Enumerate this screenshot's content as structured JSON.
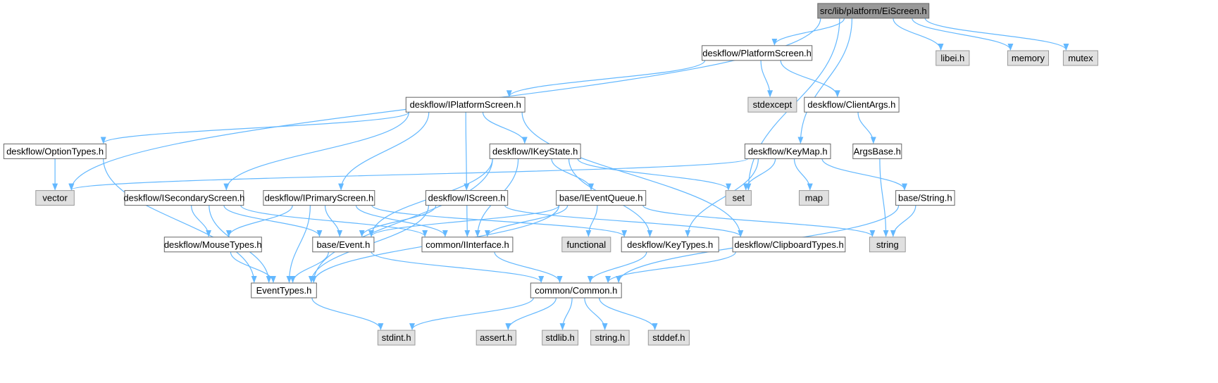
{
  "colors": {
    "edge": "#63b8ff",
    "root_fill": "#999999",
    "root_stroke": "#666666",
    "file_fill": "#ffffff",
    "file_stroke": "#666666",
    "system_fill": "#e0e0e0",
    "system_stroke": "#999999",
    "text": "#000000"
  },
  "nodes": [
    {
      "id": "eiscreen",
      "label": "src/lib/platform/EiScreen.h",
      "kind": "root"
    },
    {
      "id": "platformscreen",
      "label": "deskflow/PlatformScreen.h",
      "kind": "file"
    },
    {
      "id": "libei",
      "label": "libei.h",
      "kind": "system"
    },
    {
      "id": "memory",
      "label": "memory",
      "kind": "system"
    },
    {
      "id": "mutex",
      "label": "mutex",
      "kind": "system"
    },
    {
      "id": "iplatformscreen",
      "label": "deskflow/IPlatformScreen.h",
      "kind": "file"
    },
    {
      "id": "stdexcept",
      "label": "stdexcept",
      "kind": "system"
    },
    {
      "id": "clientargs",
      "label": "deskflow/ClientArgs.h",
      "kind": "file"
    },
    {
      "id": "optiontypes",
      "label": "deskflow/OptionTypes.h",
      "kind": "file"
    },
    {
      "id": "ikeystate",
      "label": "deskflow/IKeyState.h",
      "kind": "file"
    },
    {
      "id": "keymap",
      "label": "deskflow/KeyMap.h",
      "kind": "file"
    },
    {
      "id": "argsbase",
      "label": "ArgsBase.h",
      "kind": "file"
    },
    {
      "id": "vector",
      "label": "vector",
      "kind": "system"
    },
    {
      "id": "isecondaryscreen",
      "label": "deskflow/ISecondaryScreen.h",
      "kind": "file"
    },
    {
      "id": "iprimaryscreen",
      "label": "deskflow/IPrimaryScreen.h",
      "kind": "file"
    },
    {
      "id": "iscreen",
      "label": "deskflow/IScreen.h",
      "kind": "file"
    },
    {
      "id": "ieventqueue",
      "label": "base/IEventQueue.h",
      "kind": "file"
    },
    {
      "id": "set",
      "label": "set",
      "kind": "system"
    },
    {
      "id": "map",
      "label": "map",
      "kind": "system"
    },
    {
      "id": "string_h",
      "label": "base/String.h",
      "kind": "file"
    },
    {
      "id": "mousetypes",
      "label": "deskflow/MouseTypes.h",
      "kind": "file"
    },
    {
      "id": "event",
      "label": "base/Event.h",
      "kind": "file"
    },
    {
      "id": "iinterface",
      "label": "common/IInterface.h",
      "kind": "file"
    },
    {
      "id": "functional",
      "label": "functional",
      "kind": "system"
    },
    {
      "id": "keytypes",
      "label": "deskflow/KeyTypes.h",
      "kind": "file"
    },
    {
      "id": "clipboardtypes",
      "label": "deskflow/ClipboardTypes.h",
      "kind": "file"
    },
    {
      "id": "string",
      "label": "string",
      "kind": "system"
    },
    {
      "id": "eventtypes",
      "label": "EventTypes.h",
      "kind": "file"
    },
    {
      "id": "common",
      "label": "common/Common.h",
      "kind": "file"
    },
    {
      "id": "stdint",
      "label": "stdint.h",
      "kind": "system"
    },
    {
      "id": "assert",
      "label": "assert.h",
      "kind": "system"
    },
    {
      "id": "stdlib",
      "label": "stdlib.h",
      "kind": "system"
    },
    {
      "id": "stringh",
      "label": "string.h",
      "kind": "system"
    },
    {
      "id": "stddef",
      "label": "stddef.h",
      "kind": "system"
    }
  ],
  "edges": [
    [
      "eiscreen",
      "platformscreen"
    ],
    [
      "eiscreen",
      "libei"
    ],
    [
      "eiscreen",
      "memory"
    ],
    [
      "eiscreen",
      "mutex"
    ],
    [
      "eiscreen",
      "vector"
    ],
    [
      "eiscreen",
      "set"
    ],
    [
      "eiscreen",
      "keymap"
    ],
    [
      "platformscreen",
      "iplatformscreen"
    ],
    [
      "platformscreen",
      "stdexcept"
    ],
    [
      "platformscreen",
      "clientargs"
    ],
    [
      "clientargs",
      "argsbase"
    ],
    [
      "argsbase",
      "string"
    ],
    [
      "iplatformscreen",
      "optiontypes"
    ],
    [
      "iplatformscreen",
      "ikeystate"
    ],
    [
      "iplatformscreen",
      "isecondaryscreen"
    ],
    [
      "iplatformscreen",
      "iprimaryscreen"
    ],
    [
      "iplatformscreen",
      "iscreen"
    ],
    [
      "iplatformscreen",
      "clipboardtypes"
    ],
    [
      "optiontypes",
      "vector"
    ],
    [
      "optiontypes",
      "eventtypes"
    ],
    [
      "ikeystate",
      "event"
    ],
    [
      "ikeystate",
      "iinterface"
    ],
    [
      "ikeystate",
      "keytypes"
    ],
    [
      "ikeystate",
      "ieventqueue"
    ],
    [
      "ikeystate",
      "set"
    ],
    [
      "ikeystate",
      "eventtypes"
    ],
    [
      "keymap",
      "vector"
    ],
    [
      "keymap",
      "set"
    ],
    [
      "keymap",
      "map"
    ],
    [
      "keymap",
      "string_h"
    ],
    [
      "keymap",
      "keytypes"
    ],
    [
      "string_h",
      "string"
    ],
    [
      "string_h",
      "common"
    ],
    [
      "isecondaryscreen",
      "mousetypes"
    ],
    [
      "isecondaryscreen",
      "event"
    ],
    [
      "isecondaryscreen",
      "eventtypes"
    ],
    [
      "isecondaryscreen",
      "iinterface"
    ],
    [
      "iprimaryscreen",
      "mousetypes"
    ],
    [
      "iprimaryscreen",
      "event"
    ],
    [
      "iprimaryscreen",
      "iinterface"
    ],
    [
      "iprimaryscreen",
      "eventtypes"
    ],
    [
      "iprimaryscreen",
      "keytypes"
    ],
    [
      "iscreen",
      "event"
    ],
    [
      "iscreen",
      "iinterface"
    ],
    [
      "iscreen",
      "eventtypes"
    ],
    [
      "iscreen",
      "clipboardtypes"
    ],
    [
      "ieventqueue",
      "event"
    ],
    [
      "ieventqueue",
      "iinterface"
    ],
    [
      "ieventqueue",
      "functional"
    ],
    [
      "ieventqueue",
      "string"
    ],
    [
      "ieventqueue",
      "eventtypes"
    ],
    [
      "mousetypes",
      "eventtypes"
    ],
    [
      "event",
      "eventtypes"
    ],
    [
      "event",
      "common"
    ],
    [
      "iinterface",
      "common"
    ],
    [
      "keytypes",
      "common"
    ],
    [
      "clipboardtypes",
      "common"
    ],
    [
      "eventtypes",
      "stdint"
    ],
    [
      "common",
      "stdint"
    ],
    [
      "common",
      "assert"
    ],
    [
      "common",
      "stdlib"
    ],
    [
      "common",
      "stringh"
    ],
    [
      "common",
      "stddef"
    ]
  ]
}
